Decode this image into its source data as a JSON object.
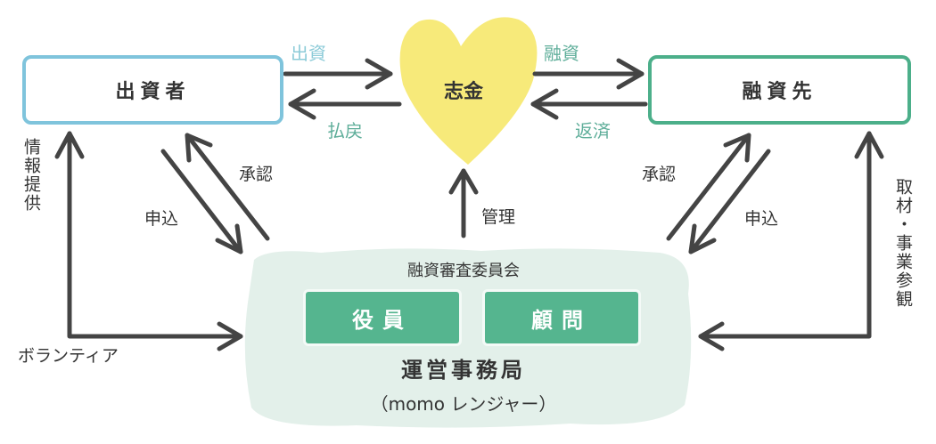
{
  "nodes": {
    "investor": "出資者",
    "fund": "志金",
    "borrower": "融資先",
    "committee": "融資審査委員会",
    "officers": "役員",
    "advisors": "顧問",
    "office": "運営事務局",
    "office_sub": "（momo レンジャー）"
  },
  "edges": {
    "invest": "出資",
    "refund": "払戻",
    "loan": "融資",
    "repay": "返済",
    "manage": "管理",
    "left_approve": "承認",
    "left_apply": "申込",
    "right_approve": "承認",
    "right_apply": "申込",
    "info": "情報提供",
    "volunteer": "ボランティア",
    "visit": "取材・事業参観"
  },
  "colors": {
    "investor_border": "#7fc4dc",
    "borrower_border": "#4caf8a",
    "heart": "#f7ea7a",
    "blob": "#e3f0ea",
    "member": "#55b58f",
    "invest_label": "#8ccbd8",
    "teal_label": "#5fae9a",
    "arrow": "#444444"
  }
}
